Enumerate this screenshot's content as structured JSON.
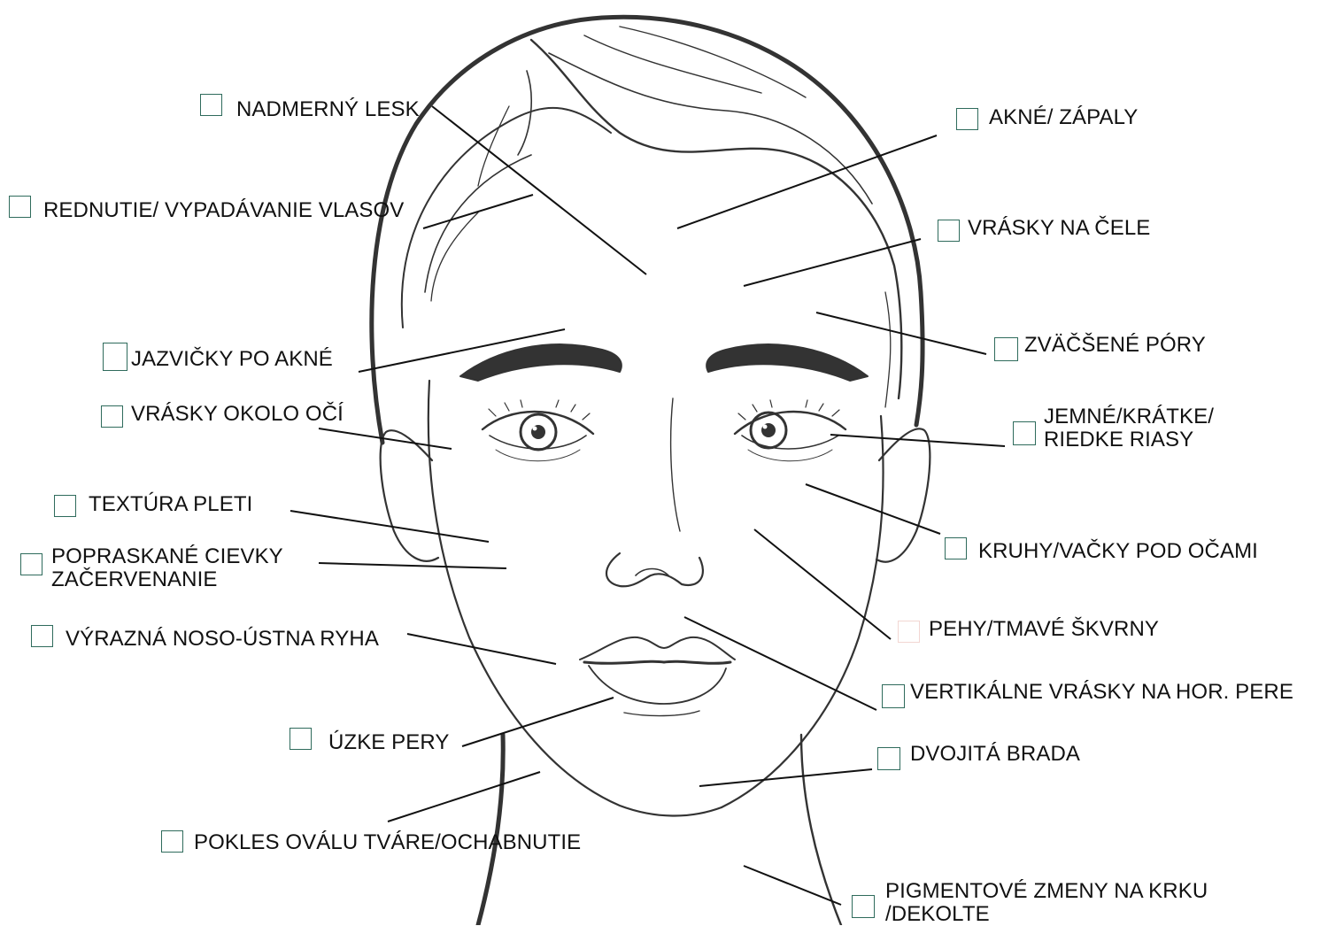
{
  "colors": {
    "checkbox_border": "#2f6b5c",
    "checkbox_faint_border": "#f2d6d2",
    "text": "#111111",
    "drawing": "#333333"
  },
  "labels": {
    "nadmerny_lesk": "NADMERNÝ LESK",
    "rednutie": "REDNUTIE/ VYPADÁVANIE VLASOV",
    "jazvicky": "JAZVIČKY PO AKNÉ",
    "vrasky_oci": "VRÁSKY OKOLO OČÍ",
    "textura": "TEXTÚRA PLETI",
    "popraskane_1": "POPRASKANÉ CIEVKY",
    "popraskane_2": "ZAČERVENANIE",
    "nosoustna": "VÝRAZNÁ NOSO-ÚSTNA RYHA",
    "uzke_pery": "ÚZKE PERY",
    "pokles": "POKLES OVÁLU TVÁRE/OCHABNUTIE",
    "akne": "AKNÉ/ ZÁPALY",
    "vrasky_cele": "VRÁSKY NA ČELE",
    "pory": "ZVÄČŠENÉ PÓRY",
    "riasy_1": "JEMNÉ/KRÁTKE/",
    "riasy_2": "RIEDKE RIASY",
    "kruhy": "KRUHY/VAČKY POD OČAMI",
    "pehy": "PEHY/TMAVÉ ŠKVRNY",
    "vertikalne": "VERTIKÁLNE VRÁSKY NA HOR. PERE",
    "dvojita_brada": "DVOJITÁ BRADA",
    "pigment_1": "PIGMENTOVÉ ZMENY NA KRKU",
    "pigment_2": "/DEKOLTE"
  }
}
